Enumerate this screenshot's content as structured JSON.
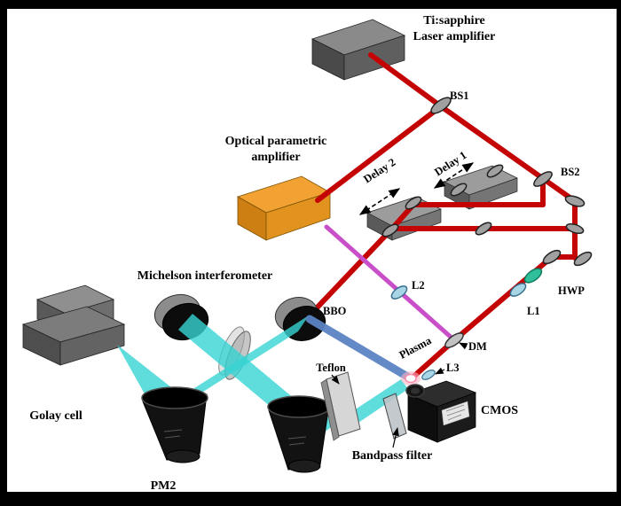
{
  "labels": {
    "laser_line1": "Ti:sapphire",
    "laser_line2": "Laser amplifier",
    "bs1": "BS1",
    "opa_line1": "Optical parametric",
    "opa_line2": "amplifier",
    "delay2": "Delay 2",
    "delay1": "Delay 1",
    "bs2": "BS2",
    "hwp": "HWP",
    "l1": "L1",
    "l2": "L2",
    "l3": "L3",
    "bbo": "BBO",
    "dm": "DM",
    "michelson": "Michelson interferometer",
    "plasma": "Plasma",
    "teflon": "Teflon",
    "cmos": "CMOS",
    "bandpass": "Bandpass filter",
    "golay": "Golay cell",
    "pm2": "PM2"
  },
  "colors": {
    "beam_nir": "#c40404",
    "beam_opa": "#c94fc9",
    "beam_second_harmonic": "#5b84c4",
    "beam_thz": "#37d3d3",
    "opa_box": "#f2a233",
    "plasma_glow": "#ffb3c6"
  }
}
